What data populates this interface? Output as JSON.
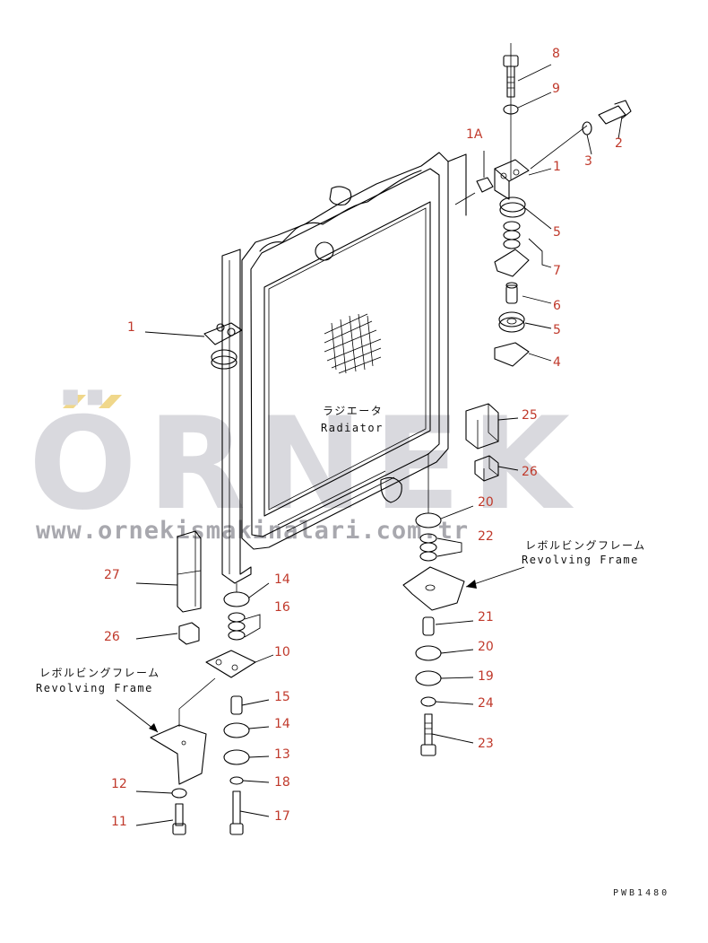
{
  "watermark": {
    "brand": "ÖRNEK",
    "url": "www.ornekismakinalari.com.tr",
    "accent_color": "#f0d78a",
    "text_color": "#d9d9de"
  },
  "radiator": {
    "label_jp": "ラジエータ",
    "label_en": "Radiator"
  },
  "frame_right": {
    "label_jp": "レボルビングフレーム",
    "label_en": "Revolving Frame"
  },
  "frame_left": {
    "label_jp": "レボルビングフレーム",
    "label_en": "Revolving Frame"
  },
  "drawing_ref": "PWB1480",
  "callouts": [
    "8",
    "9",
    "2",
    "3",
    "1A",
    "1",
    "5",
    "7",
    "6",
    "5",
    "4",
    "1",
    "25",
    "26",
    "20",
    "22",
    "21",
    "20",
    "19",
    "24",
    "23",
    "27",
    "26",
    "14",
    "16",
    "10",
    "15",
    "14",
    "13",
    "18",
    "17",
    "12",
    "11"
  ],
  "label_color": "#c0392b"
}
